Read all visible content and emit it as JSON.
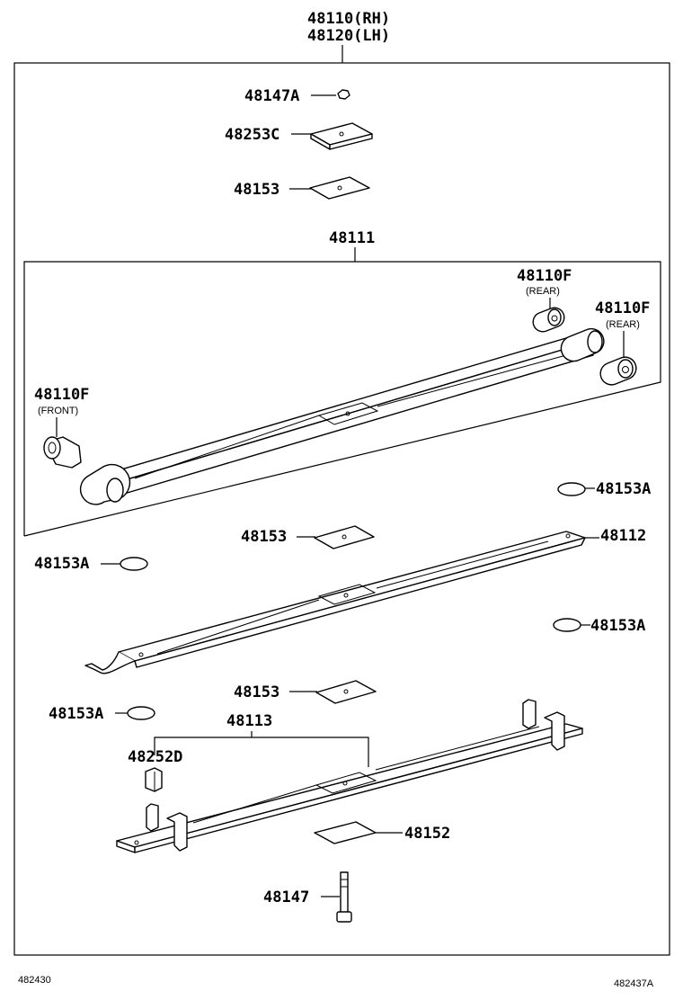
{
  "assembly": {
    "line1": "48110(RH)",
    "line2": "48120(LH)"
  },
  "parts": {
    "p48147A": "48147A",
    "p48253C": "48253C",
    "p48153_top": "48153",
    "p48111": "48111",
    "p48110F_rear1": "48110F",
    "rear1_note": "(REAR)",
    "p48110F_rear2": "48110F",
    "rear2_note": "(REAR)",
    "p48110F_front": "48110F",
    "front_note": "(FRONT)",
    "p48153A_right1": "48153A",
    "p48153_mid": "48153",
    "p48112": "48112",
    "p48153A_left1": "48153A",
    "p48153A_right2": "48153A",
    "p48153_low": "48153",
    "p48153A_left2": "48153A",
    "p48113": "48113",
    "p48252D": "48252D",
    "p48152": "48152",
    "p48147": "48147"
  },
  "footer": {
    "left": "482430",
    "right": "482437A"
  }
}
